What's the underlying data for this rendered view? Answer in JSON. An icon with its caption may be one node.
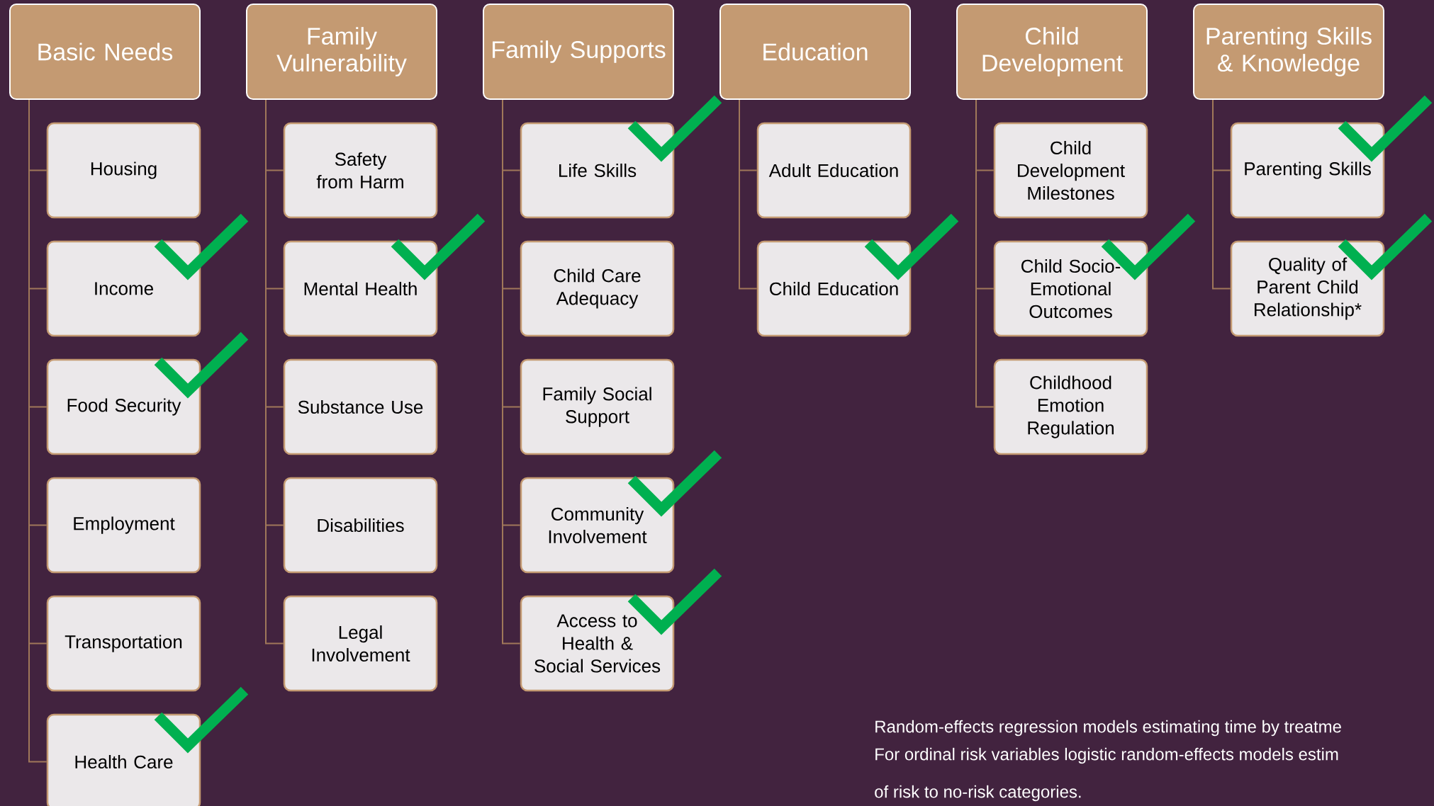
{
  "diagram": {
    "nodes": [
      {
        "text": [
          "Basic Needs"
        ]
      },
      {
        "text": [
          "Housing"
        ]
      },
      {
        "text": [
          "Income"
        ]
      },
      {
        "text": [
          "Food Security"
        ]
      },
      {
        "text": [
          "Employment"
        ]
      },
      {
        "text": [
          "Transportation"
        ]
      },
      {
        "text": [
          "Health Care"
        ]
      },
      {
        "text": [
          "Family Vulnerability"
        ]
      },
      {
        "text": [
          "Safety from Harm"
        ]
      },
      {
        "text": [
          "Mental Health"
        ]
      },
      {
        "text": [
          "Substance Use"
        ]
      },
      {
        "text": [
          "Disabilities"
        ]
      },
      {
        "text": [
          "Legal Involvement"
        ]
      },
      {
        "text": [
          "Family Supports"
        ]
      },
      {
        "text": [
          "Life Skills"
        ]
      },
      {
        "text": [
          "Child Care Adequacy"
        ]
      },
      {
        "text": [
          "Family Social Support"
        ]
      },
      {
        "text": [
          "Community Involvement"
        ]
      },
      {
        "text": [
          "Access to Health & Social Services"
        ]
      },
      {
        "text": [
          "Education"
        ]
      },
      {
        "text": [
          "Adult Education"
        ]
      },
      {
        "text": [
          "Child Education"
        ]
      },
      {
        "text": [
          "Child Development"
        ]
      },
      {
        "text": [
          "Child Development Milestones"
        ]
      },
      {
        "text": [
          "Child Socio-Emotional Outcomes"
        ]
      },
      {
        "text": [
          "Childhood Emotion Regulation"
        ]
      },
      {
        "text": [
          "Parenting Skills & Knowledge"
        ]
      },
      {
        "text": [
          "Parenting Skills"
        ]
      },
      {
        "text": [
          "Quality of Parent Child Relationship*"
        ]
      }
    ],
    "edges": [
      {
        "from": 0,
        "to": 1,
        "arrow": "none"
      },
      {
        "from": 0,
        "to": 2,
        "arrow": "none"
      },
      {
        "from": 0,
        "to": 3,
        "arrow": "none"
      },
      {
        "from": 0,
        "to": 4,
        "arrow": "none"
      },
      {
        "from": 0,
        "to": 5,
        "arrow": "none"
      },
      {
        "from": 0,
        "to": 6,
        "arrow": "none"
      },
      {
        "from": 7,
        "to": 8,
        "arrow": "none"
      },
      {
        "from": 7,
        "to": 9,
        "arrow": "none"
      },
      {
        "from": 7,
        "to": 10,
        "arrow": "none"
      },
      {
        "from": 7,
        "to": 11,
        "arrow": "none"
      },
      {
        "from": 7,
        "to": 12,
        "arrow": "none"
      },
      {
        "from": 13,
        "to": 14,
        "arrow": "none"
      },
      {
        "from": 13,
        "to": 15,
        "arrow": "none"
      },
      {
        "from": 13,
        "to": 16,
        "arrow": "none"
      },
      {
        "from": 13,
        "to": 17,
        "arrow": "none"
      },
      {
        "from": 13,
        "to": 18,
        "arrow": "none"
      },
      {
        "from": 19,
        "to": 20,
        "arrow": "none"
      },
      {
        "from": 19,
        "to": 21,
        "arrow": "none"
      },
      {
        "from": 22,
        "to": 23,
        "arrow": "none"
      },
      {
        "from": 22,
        "to": 24,
        "arrow": "none"
      },
      {
        "from": 22,
        "to": 25,
        "arrow": "none"
      },
      {
        "from": 26,
        "to": 27,
        "arrow": "none"
      },
      {
        "from": 26,
        "to": 28,
        "arrow": "none"
      }
    ],
    "labels": [
      "Random-effects regression models estimating time by treatme",
      "For ordinal risk variables logistic random-effects models estim",
      "of risk to no-risk categories."
    ]
  }
}
